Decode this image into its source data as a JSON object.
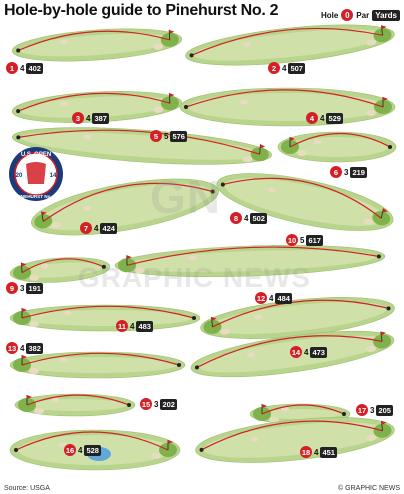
{
  "title": "Hole-by-hole guide to Pinehurst No. 2",
  "legend": {
    "hole_label": "Hole",
    "hole_sample": "0",
    "par_label": "Par",
    "yards_label": "Yards"
  },
  "seal": {
    "top_text": "U.S. OPEN",
    "bottom_text": "PINEHURST No. 2",
    "year_left": "20",
    "year_right": "14"
  },
  "watermark": {
    "mark": "GN",
    "text": "GRAPHIC NEWS"
  },
  "holes": [
    {
      "hole": "1",
      "par": "4",
      "yards": "402"
    },
    {
      "hole": "2",
      "par": "4",
      "yards": "507"
    },
    {
      "hole": "3",
      "par": "4",
      "yards": "387"
    },
    {
      "hole": "4",
      "par": "4",
      "yards": "529"
    },
    {
      "hole": "5",
      "par": "5",
      "yards": "576"
    },
    {
      "hole": "6",
      "par": "3",
      "yards": "219"
    },
    {
      "hole": "7",
      "par": "4",
      "yards": "424"
    },
    {
      "hole": "8",
      "par": "4",
      "yards": "502"
    },
    {
      "hole": "9",
      "par": "3",
      "yards": "191"
    },
    {
      "hole": "10",
      "par": "5",
      "yards": "617"
    },
    {
      "hole": "11",
      "par": "4",
      "yards": "483"
    },
    {
      "hole": "12",
      "par": "4",
      "yards": "484"
    },
    {
      "hole": "13",
      "par": "4",
      "yards": "382"
    },
    {
      "hole": "14",
      "par": "4",
      "yards": "473"
    },
    {
      "hole": "15",
      "par": "3",
      "yards": "202"
    },
    {
      "hole": "16",
      "par": "4",
      "yards": "528"
    },
    {
      "hole": "17",
      "par": "3",
      "yards": "205"
    },
    {
      "hole": "18",
      "par": "4",
      "yards": "451"
    }
  ],
  "source": "Source: USGA",
  "credit": "© GRAPHIC NEWS",
  "colors": {
    "fairway": "#cfe0a8",
    "rough": "#b9d48c",
    "green": "#7fb24a",
    "bunker": "#e8dcc0",
    "shot_line": "#d32027",
    "badge": "#d32027",
    "water": "#5fa8dc"
  }
}
